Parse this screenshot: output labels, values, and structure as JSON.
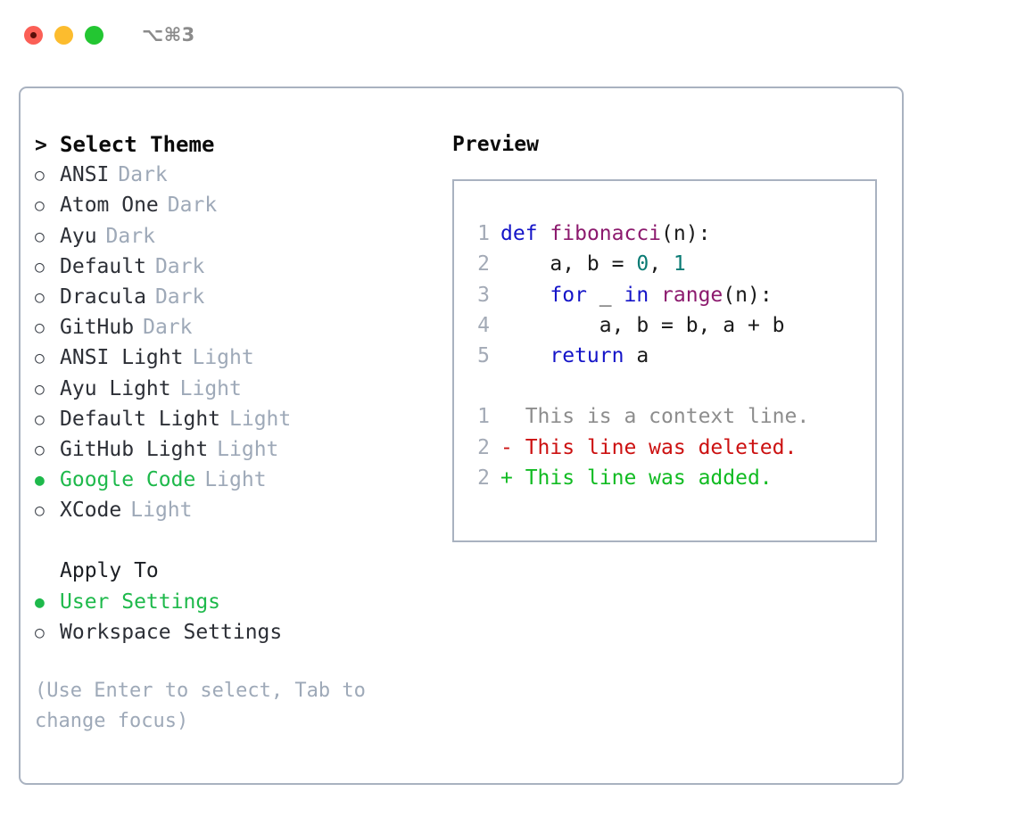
{
  "window": {
    "shortcut": "⌥⌘3",
    "traffic_lights": [
      {
        "name": "close",
        "color": "#fb5f56"
      },
      {
        "name": "minimize",
        "color": "#fcbc2e"
      },
      {
        "name": "zoom",
        "color": "#23c632"
      }
    ]
  },
  "theme_list": {
    "header_marker": ">",
    "header": "Select Theme",
    "marker_off": "○",
    "marker_on": "●",
    "items": [
      {
        "label": "ANSI",
        "variant": "Dark",
        "selected": false
      },
      {
        "label": "Atom One",
        "variant": "Dark",
        "selected": false
      },
      {
        "label": "Ayu",
        "variant": "Dark",
        "selected": false
      },
      {
        "label": "Default",
        "variant": "Dark",
        "selected": false
      },
      {
        "label": "Dracula",
        "variant": "Dark",
        "selected": false
      },
      {
        "label": "GitHub",
        "variant": "Dark",
        "selected": false
      },
      {
        "label": "ANSI Light",
        "variant": "Light",
        "selected": false
      },
      {
        "label": "Ayu Light",
        "variant": "Light",
        "selected": false
      },
      {
        "label": "Default Light",
        "variant": "Light",
        "selected": false
      },
      {
        "label": "GitHub Light",
        "variant": "Light",
        "selected": false
      },
      {
        "label": "Google Code",
        "variant": "Light",
        "selected": true
      },
      {
        "label": "XCode",
        "variant": "Light",
        "selected": false
      }
    ]
  },
  "apply_to": {
    "title": "Apply To",
    "options": [
      {
        "label": "User Settings",
        "selected": true
      },
      {
        "label": "Workspace Settings",
        "selected": false
      }
    ]
  },
  "hint": "(Use Enter to select, Tab to change focus)",
  "preview": {
    "title": "Preview",
    "code_lines": [
      {
        "no": "1",
        "tokens": [
          {
            "t": "def",
            "c": "kw"
          },
          {
            "t": " ",
            "c": "plain"
          },
          {
            "t": "fibonacci",
            "c": "fn"
          },
          {
            "t": "(n):",
            "c": "plain"
          }
        ]
      },
      {
        "no": "2",
        "tokens": [
          {
            "t": "    a, b = ",
            "c": "plain"
          },
          {
            "t": "0",
            "c": "num"
          },
          {
            "t": ", ",
            "c": "plain"
          },
          {
            "t": "1",
            "c": "num"
          }
        ]
      },
      {
        "no": "3",
        "tokens": [
          {
            "t": "    ",
            "c": "plain"
          },
          {
            "t": "for",
            "c": "kw"
          },
          {
            "t": " _ ",
            "c": "plain"
          },
          {
            "t": "in",
            "c": "kw"
          },
          {
            "t": " ",
            "c": "plain"
          },
          {
            "t": "range",
            "c": "fn"
          },
          {
            "t": "(n):",
            "c": "plain"
          }
        ]
      },
      {
        "no": "4",
        "tokens": [
          {
            "t": "        a, b = b, a + b",
            "c": "plain"
          }
        ]
      },
      {
        "no": "5",
        "tokens": [
          {
            "t": "    ",
            "c": "plain"
          },
          {
            "t": "return",
            "c": "kw"
          },
          {
            "t": " a",
            "c": "plain"
          }
        ]
      }
    ],
    "diff_lines": [
      {
        "no": "1",
        "sign": " ",
        "text": " This is a context line.",
        "kind": "ctx"
      },
      {
        "no": "2",
        "sign": "-",
        "text": " This line was deleted.",
        "kind": "del"
      },
      {
        "no": "2",
        "sign": "+",
        "text": " This line was added.",
        "kind": "add"
      }
    ]
  },
  "colors": {
    "accent_green": "#1eb94b",
    "muted": "#9ea9b8",
    "border": "#a9b2c0",
    "keyword": "#1414c8",
    "function": "#8c1a6e",
    "number": "#0a7b74",
    "diff_add": "#11bb22",
    "diff_del": "#cc1111"
  }
}
